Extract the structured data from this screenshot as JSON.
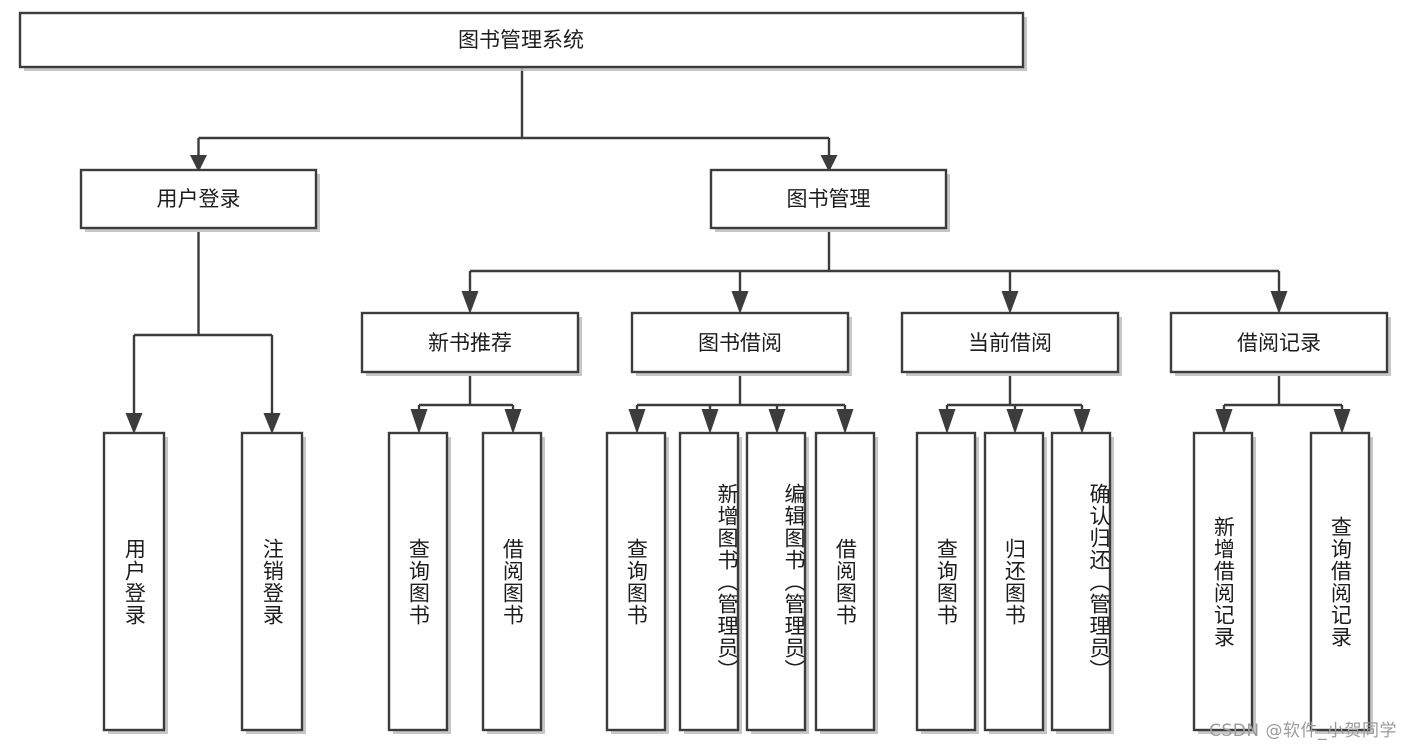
{
  "diagram": {
    "title": "图书管理系统",
    "type": "hierarchy-tree",
    "orientation": "top-down",
    "levels": 4,
    "colors": {
      "box_fill": "#ffffff",
      "box_stroke": "#3c3c3c",
      "line": "#3c3c3c",
      "text": "#1d1d1d",
      "background": "#ffffff",
      "watermark": "#9b9b9b"
    }
  },
  "nodes": {
    "root": {
      "label": "图书管理系统",
      "level": 0,
      "orientation": "horizontal"
    },
    "level1": [
      {
        "id": "user-login",
        "label": "用户登录",
        "orientation": "horizontal"
      },
      {
        "id": "book-management",
        "label": "图书管理",
        "orientation": "horizontal"
      }
    ],
    "level2": [
      {
        "id": "new-book-recommend",
        "label": "新书推荐",
        "orientation": "horizontal",
        "parent": "book-management"
      },
      {
        "id": "book-borrow",
        "label": "图书借阅",
        "orientation": "horizontal",
        "parent": "book-management"
      },
      {
        "id": "current-borrow",
        "label": "当前借阅",
        "orientation": "horizontal",
        "parent": "book-management"
      },
      {
        "id": "borrow-record",
        "label": "借阅记录",
        "orientation": "horizontal",
        "parent": "book-management"
      }
    ],
    "leaves": [
      {
        "id": "leaf-user-login",
        "label": "用户登录",
        "orientation": "vertical",
        "parent": "user-login"
      },
      {
        "id": "leaf-logout",
        "label": "注销登录",
        "orientation": "vertical",
        "parent": "user-login"
      },
      {
        "id": "leaf-query-book-1",
        "label": "查询图书",
        "orientation": "vertical",
        "parent": "new-book-recommend"
      },
      {
        "id": "leaf-borrow-book-1",
        "label": "借阅图书",
        "orientation": "vertical",
        "parent": "new-book-recommend"
      },
      {
        "id": "leaf-query-book-2",
        "label": "查询图书",
        "orientation": "vertical",
        "parent": "book-borrow"
      },
      {
        "id": "leaf-add-book",
        "label": "新增图书（管理员）",
        "orientation": "vertical",
        "parent": "book-borrow"
      },
      {
        "id": "leaf-edit-book",
        "label": "编辑图书（管理员）",
        "orientation": "vertical",
        "parent": "book-borrow"
      },
      {
        "id": "leaf-borrow-book-2",
        "label": "借阅图书",
        "orientation": "vertical",
        "parent": "book-borrow"
      },
      {
        "id": "leaf-query-book-3",
        "label": "查询图书",
        "orientation": "vertical",
        "parent": "current-borrow"
      },
      {
        "id": "leaf-return-book",
        "label": "归还图书",
        "orientation": "vertical",
        "parent": "current-borrow"
      },
      {
        "id": "leaf-confirm-return",
        "label": "确认归还（管理员）",
        "orientation": "vertical",
        "parent": "current-borrow"
      },
      {
        "id": "leaf-add-record",
        "label": "新增借阅记录",
        "orientation": "vertical",
        "parent": "borrow-record"
      },
      {
        "id": "leaf-query-record",
        "label": "查询借阅记录",
        "orientation": "vertical",
        "parent": "borrow-record"
      }
    ]
  },
  "watermark": {
    "text": "CSDN @软件_小贺同学"
  }
}
